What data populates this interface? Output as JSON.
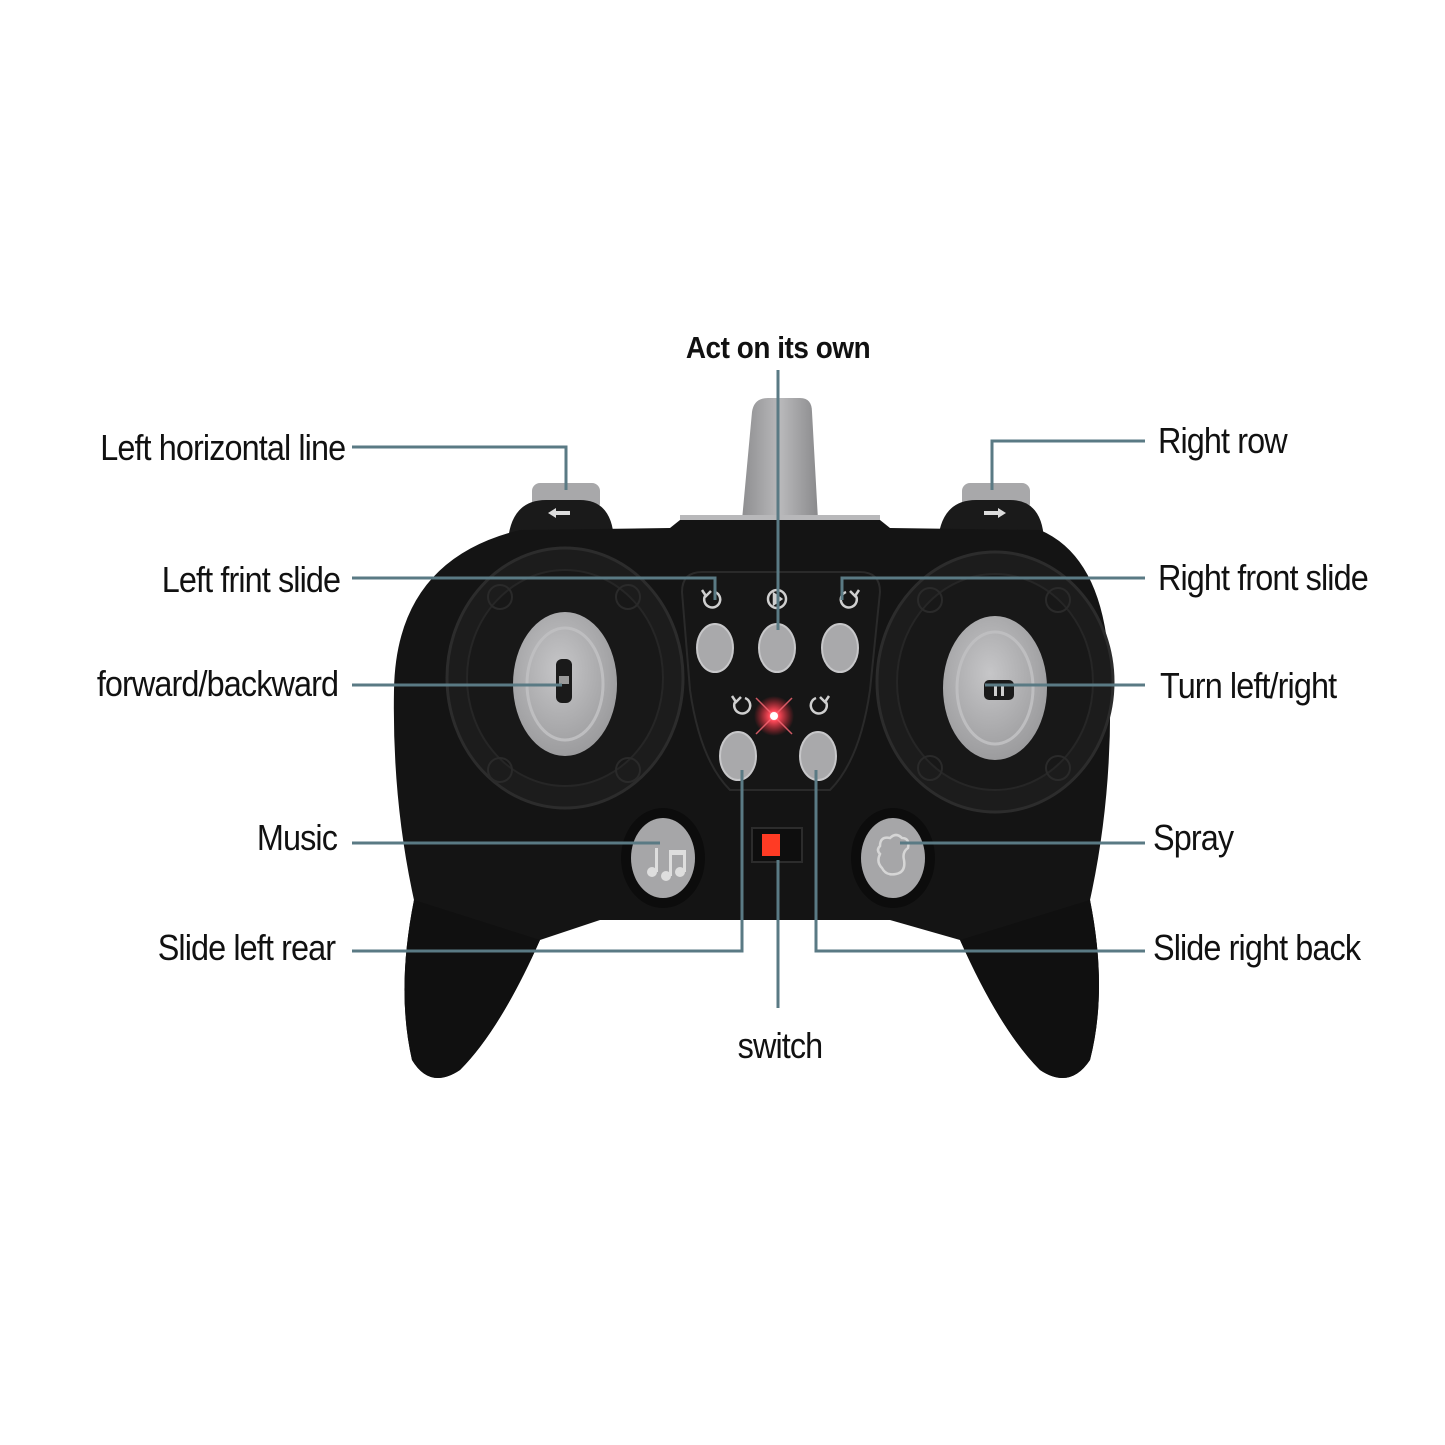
{
  "diagram": {
    "subject": "Remote controller button layout",
    "line_color": "#5a7a84",
    "body_color": "#141414",
    "button_color": "#a9a9ab",
    "led_color": "#ff2a3a",
    "switch_color": "#ff3b24"
  },
  "labels": {
    "top": "Act on its own",
    "left_horizontal_line": "Left horizontal line",
    "left_front_slide": "Left frint slide",
    "forward_backward": "forward/backward",
    "music": "Music",
    "slide_left_rear": "Slide left rear",
    "right_row": "Right row",
    "right_front_slide": "Right front slide",
    "turn_left_right": "Turn left/right",
    "spray": "Spray",
    "slide_right_back": "Slide right back",
    "switch": "switch"
  },
  "icons": {
    "left_shoulder": "arrow-left-icon",
    "right_shoulder": "arrow-right-icon",
    "music_button": "music-note-icon",
    "spray_button": "cloud-spray-icon",
    "rotate_ccw": "rotate-ccw-icon",
    "play": "play-circle-icon",
    "rotate_cw": "rotate-cw-icon"
  }
}
